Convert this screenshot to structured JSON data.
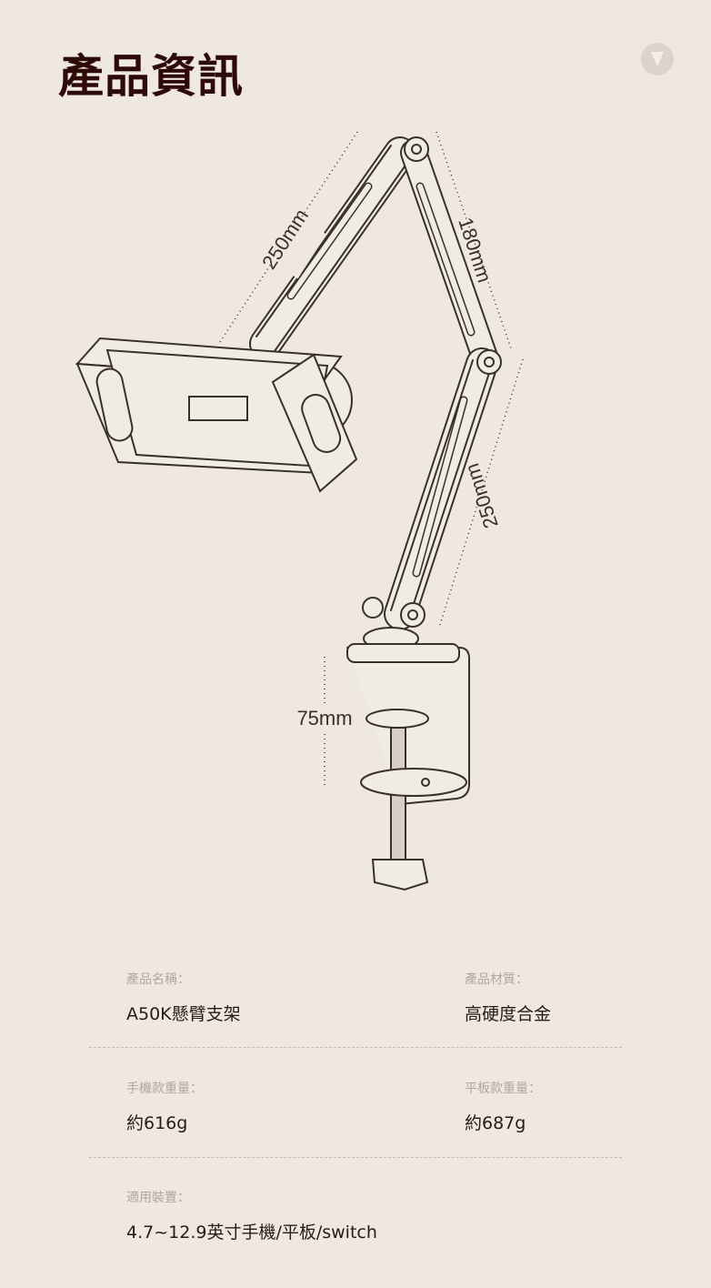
{
  "header": {
    "title": "產品資訊",
    "logo_icon": "v-logo-icon"
  },
  "diagram": {
    "dims": {
      "upper_arm": "250mm",
      "forearm": "180mm",
      "lower_arm": "250mm",
      "clamp_opening": "75mm"
    }
  },
  "specs": {
    "name": {
      "label": "產品名稱：",
      "value": "A50K懸臂支架"
    },
    "material": {
      "label": "產品材質：",
      "value": "高硬度合金"
    },
    "phone_weight": {
      "label": "手機款重量：",
      "value": "約616g"
    },
    "tablet_weight": {
      "label": "平板款重量：",
      "value": "約687g"
    },
    "devices": {
      "label": "適用裝置：",
      "value": "4.7~12.9英寸手機/平板/switch"
    }
  },
  "colors": {
    "background": "#efe7e1",
    "title": "#2e0a08",
    "line": "#3a302b"
  }
}
